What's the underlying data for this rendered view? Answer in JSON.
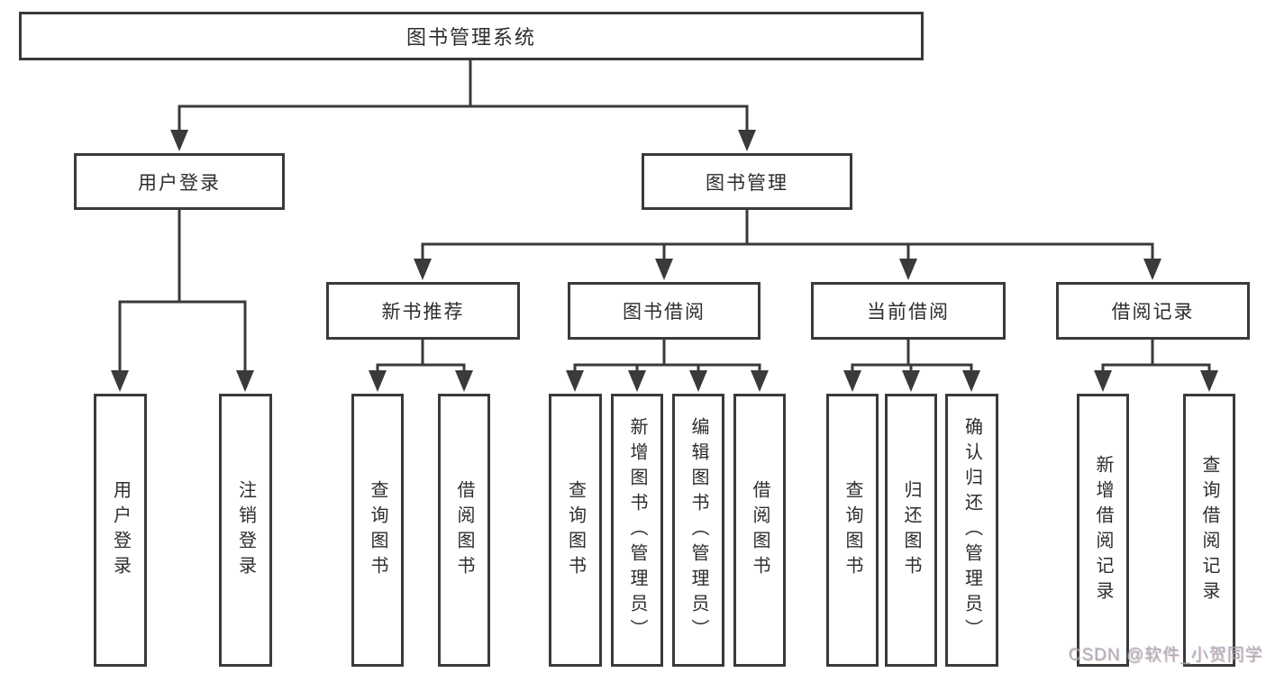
{
  "diagram_type": "function-structure-flowchart",
  "tree": {
    "label": "图书管理系统",
    "children": [
      {
        "label": "用户登录",
        "children": [
          {
            "label": "用户登录"
          },
          {
            "label": "注销登录"
          }
        ]
      },
      {
        "label": "图书管理",
        "children": [
          {
            "label": "新书推荐",
            "children": [
              {
                "label": "查询图书"
              },
              {
                "label": "借阅图书"
              }
            ]
          },
          {
            "label": "图书借阅",
            "children": [
              {
                "label": "查询图书"
              },
              {
                "label": "新增图书（管理员）"
              },
              {
                "label": "编辑图书（管理员）"
              },
              {
                "label": "借阅图书"
              }
            ]
          },
          {
            "label": "当前借阅",
            "children": [
              {
                "label": "查询图书"
              },
              {
                "label": "归还图书"
              },
              {
                "label": "确认归还（管理员）"
              }
            ]
          },
          {
            "label": "借阅记录",
            "children": [
              {
                "label": "新增借阅记录"
              },
              {
                "label": "查询借阅记录"
              }
            ]
          }
        ]
      }
    ]
  },
  "watermark": {
    "text": "CSDN @软件_小贺同学"
  },
  "colors": {
    "line": "#3a3a3a",
    "text": "#2d2d2d",
    "background": "#ffffff",
    "watermark": "#a6a6a6"
  }
}
